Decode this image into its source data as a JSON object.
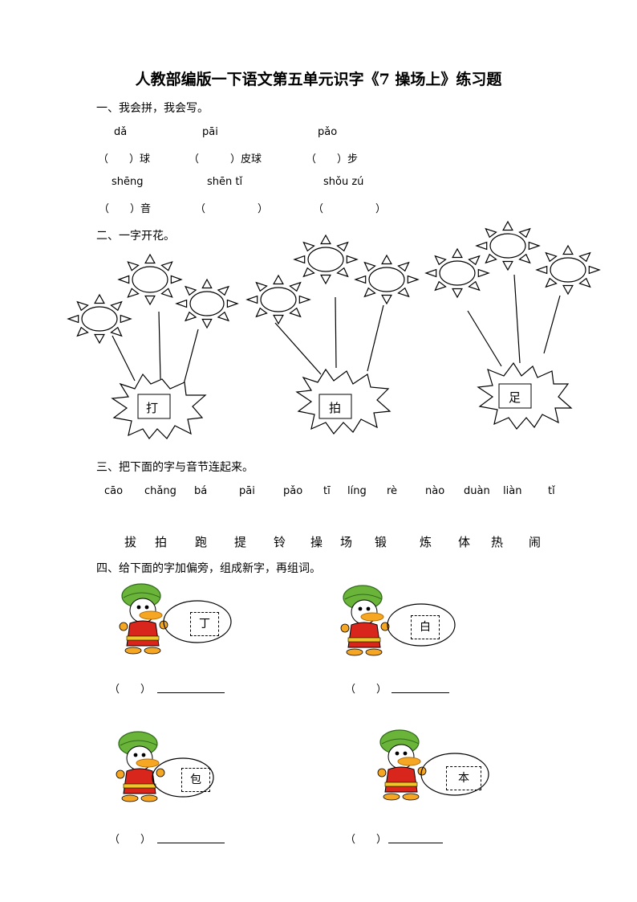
{
  "title": "人教部编版一下语文第五单元识字《7 操场上》练习题",
  "section1": {
    "heading": "一、我会拼，我会写。",
    "row1_pinyin": [
      "dǎ",
      "pāi",
      "pǎo"
    ],
    "row1_blanks": [
      "（　　）球",
      "（　　　）皮球",
      "（　　）步"
    ],
    "row2_pinyin": [
      "shēng",
      "shēn  tǐ",
      "shǒu  zú"
    ],
    "row2_blanks": [
      "（　　）音",
      "（　　　　　）",
      "（　　　　　）"
    ]
  },
  "section2": {
    "heading": "二、一字开花。",
    "flowers": [
      "打",
      "拍",
      "足"
    ]
  },
  "section3": {
    "heading": "三、把下面的字与音节连起来。",
    "syllables": [
      "cāo",
      "chǎng",
      "bá",
      "pāi",
      "pǎo",
      "tī",
      "líng",
      "rè",
      "nào",
      "duàn",
      "liàn",
      "tǐ"
    ],
    "characters": [
      "拔",
      "拍",
      "跑",
      "提",
      "铃",
      "操",
      "场",
      "锻",
      "炼",
      "体",
      "热",
      "闹"
    ]
  },
  "section4": {
    "heading": "四、给下面的字加偏旁，组成新字，再组词。",
    "items": [
      "丁",
      "白",
      "包",
      "本"
    ],
    "paren": "（　　）"
  }
}
